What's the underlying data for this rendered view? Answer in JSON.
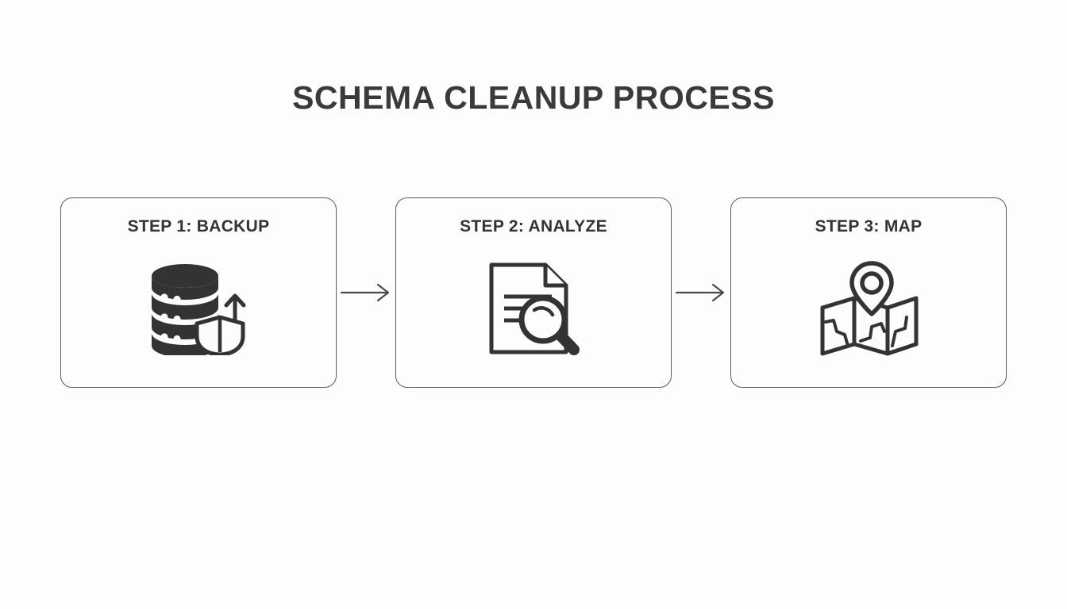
{
  "slide": {
    "title": "SCHEMA CLEANUP PROCESS",
    "background_color": "#fdfdfd",
    "text_color": "#333333",
    "border_color": "#5a5a5a",
    "icon_color": "#333333"
  },
  "steps": [
    {
      "label": "STEP 1: BACKUP",
      "icon": "database-shield-backup-icon"
    },
    {
      "label": "STEP 2: ANALYZE",
      "icon": "document-magnifier-icon"
    },
    {
      "label": "STEP 3: MAP",
      "icon": "folded-map-pin-icon"
    }
  ],
  "connectors": [
    {
      "icon": "arrow-right-icon"
    },
    {
      "icon": "arrow-right-icon"
    }
  ]
}
